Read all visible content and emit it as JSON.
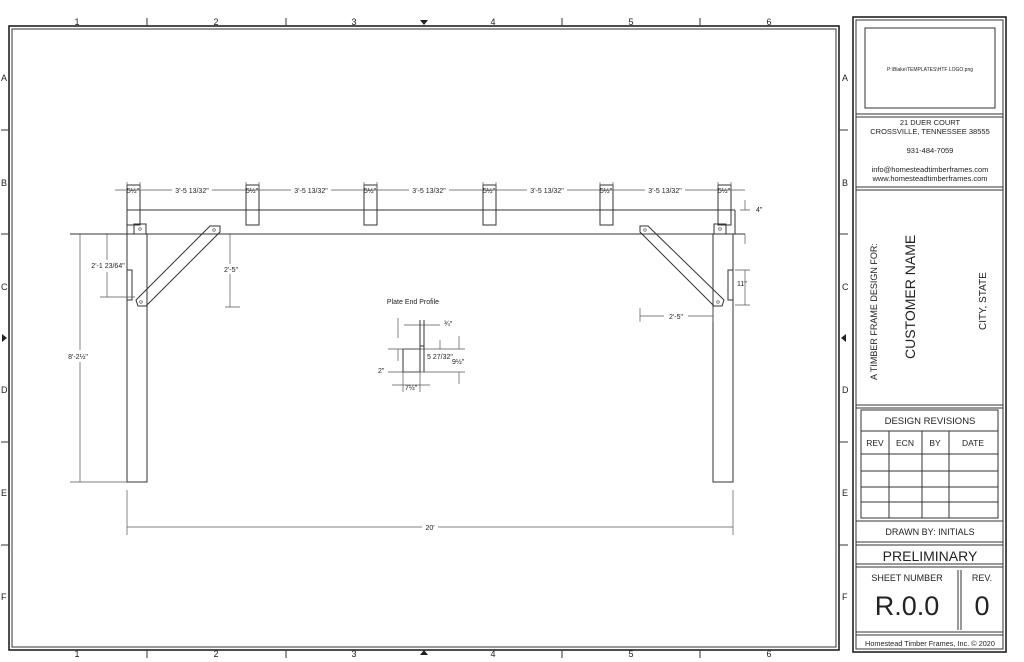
{
  "ruler": {
    "columns": [
      "1",
      "2",
      "3",
      "4",
      "5",
      "6"
    ],
    "rows": [
      "A",
      "B",
      "C",
      "D",
      "E",
      "F"
    ]
  },
  "drawing": {
    "rafter_width_dims": [
      "5½\"",
      "5½\"",
      "5½\"",
      "5½\"",
      "5½\"",
      "5½\""
    ],
    "rafter_spacing_dims": [
      "3'-5 13/32\"",
      "3'-5 13/32\"",
      "3'-5 13/32\"",
      "3'-5 13/32\"",
      "3'-5 13/32\""
    ],
    "overall_height": "8'-2½\"",
    "brace_drop_left": "2'-1 23/64\"",
    "brace_height": "2'-5\"",
    "brace_run": "2'-5\"",
    "plate_height": "4\"",
    "tenon_height": "11\"",
    "overall_width": "20'",
    "profile": {
      "title": "Plate End Profile",
      "top": "¾\"",
      "inner": "5 27/32\"",
      "height": "9½\"",
      "step": "2\"",
      "width": "7½\""
    }
  },
  "title_block": {
    "logo_path": "P:\\Blake\\TEMPLATES\\HTF LOGO.png",
    "address1": "21 DUER COURT",
    "address2": "CROSSVILLE, TENNESSEE 38555",
    "phone": "931-484-7059",
    "email": "info@homesteadtimberframes.com",
    "website": "www.homesteadtimberframes.com",
    "design_for": "A TIMBER FRAME DESIGN FOR:",
    "customer": "CUSTOMER NAME",
    "city_state": "CITY, STATE",
    "revisions_title": "DESIGN REVISIONS",
    "revision_columns": [
      "REV",
      "ECN",
      "BY",
      "DATE"
    ],
    "drawn_by": "DRAWN BY: INITIALS",
    "status": "PRELIMINARY",
    "sheet_number_label": "SHEET NUMBER",
    "rev_label": "REV.",
    "sheet_number": "R.0.0",
    "rev": "0",
    "copyright": "Homestead Timber Frames, Inc. © 2020"
  }
}
